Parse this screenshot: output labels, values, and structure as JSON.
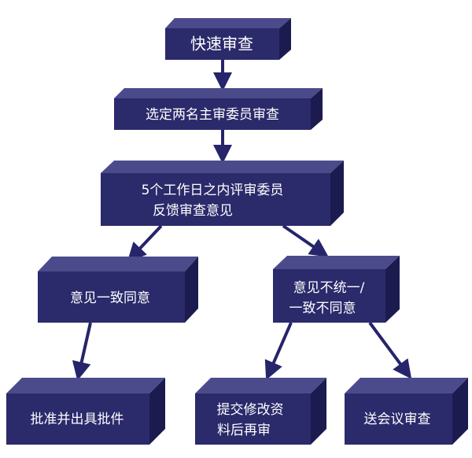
{
  "nodes": {
    "fast_review": "快速审查",
    "select_two": "选定两名主审委员审查",
    "feedback_l1": "5个工作日之内评审委员",
    "feedback_l2": "反馈审查意见",
    "agree": "意见一致同意",
    "disagree_l1": "意见不统一/",
    "disagree_l2": "一致不同意",
    "approve": "批准并出具批件",
    "revise_l1": "提交修改资",
    "revise_l2": "料后再审",
    "meeting": "送会议审查"
  },
  "colors": {
    "box_front": "#2b2a6b",
    "box_top": "#4b4b8c",
    "box_side": "#1c1b4f",
    "arrow": "#26246a"
  }
}
